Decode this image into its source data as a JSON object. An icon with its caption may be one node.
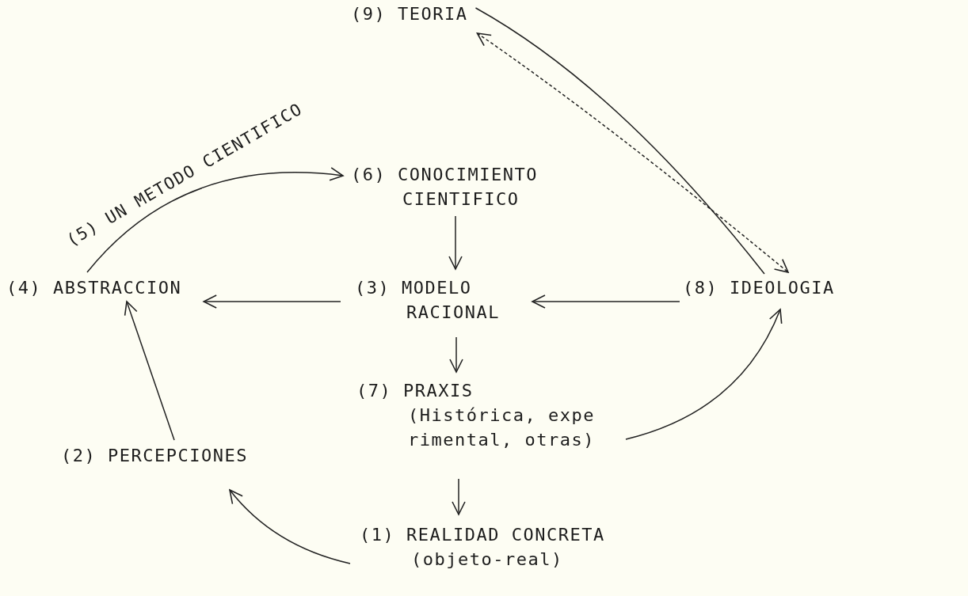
{
  "diagram": {
    "nodes": [
      {
        "text": [
          "(9) TEORIA"
        ]
      },
      {
        "text": [
          "(6) CONOCIMIENTO CIENTIFICO"
        ]
      },
      {
        "text": [
          "(4) ABSTRACCION"
        ]
      },
      {
        "text": [
          "(3) MODELO RACIONAL"
        ]
      },
      {
        "text": [
          "(8) IDEOLOGIA"
        ]
      },
      {
        "text": [
          "(7) PRAXIS",
          "(Histórica, expe rimental, otras)"
        ]
      },
      {
        "text": [
          "(2) PERCEPCIONES"
        ]
      },
      {
        "text": [
          "(1) REALIDAD CONCRETA",
          "(objeto-real)"
        ]
      }
    ],
    "edges": [
      {
        "from": 2,
        "to": 1,
        "arrow": "to",
        "label": "(5) UN METODO CIENTIFICO"
      },
      {
        "from": 1,
        "to": 3,
        "arrow": "to"
      },
      {
        "from": 3,
        "to": 2,
        "arrow": "to"
      },
      {
        "from": 4,
        "to": 3,
        "arrow": "to"
      },
      {
        "from": 3,
        "to": 5,
        "arrow": "to"
      },
      {
        "from": 5,
        "to": 7,
        "arrow": "to"
      },
      {
        "from": 7,
        "to": 6,
        "arrow": "to"
      },
      {
        "from": 6,
        "to": 2,
        "arrow": "to"
      },
      {
        "from": 5,
        "to": 4,
        "arrow": "to"
      },
      {
        "from": 0,
        "to": 4,
        "arrow": "none"
      },
      {
        "from": 0,
        "to": 4,
        "arrow": "both",
        "style": "dashed"
      }
    ]
  }
}
